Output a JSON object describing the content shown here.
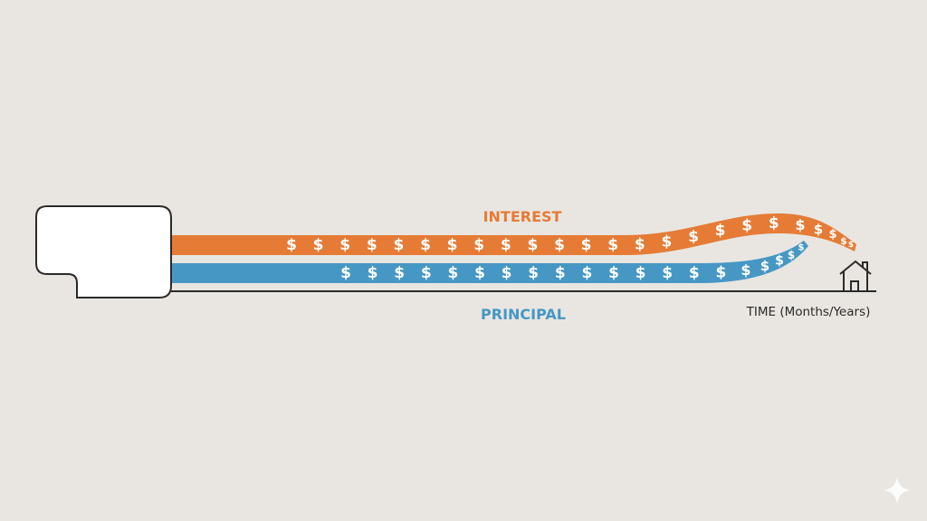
{
  "labels": {
    "interest": "INTEREST",
    "principal": "PRINCIPAL",
    "time_axis": "TIME (Months/Years)"
  },
  "symbol": "$",
  "colors": {
    "background": "#e9e6e1",
    "interest": "#e57b35",
    "principal": "#4797c4",
    "outline": "#2a2a2a"
  },
  "icons": {
    "start_box": "speech-bubble-box",
    "end": "house-icon",
    "watermark": "sparkle-icon"
  }
}
